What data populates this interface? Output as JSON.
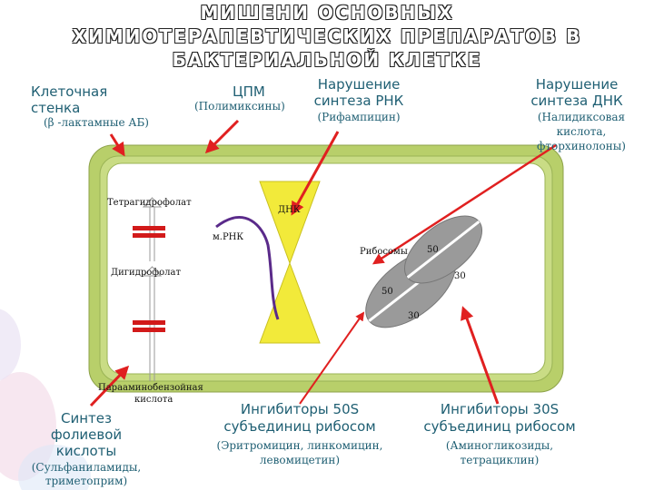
{
  "title": {
    "line1": "МИШЕНИ ОСНОВНЫХ",
    "line2": "ХИМИОТЕРАПЕВТИЧЕСКИХ ПРЕПАРАТОВ В",
    "line3": "БАКТЕРИАЛЬНОЙ КЛЕТКЕ"
  },
  "targets": {
    "cell_wall": {
      "line1": "Клеточная",
      "line2": "стенка",
      "drugs": "(β -лактамные АБ)"
    },
    "cpm": {
      "label": "ЦПМ",
      "drugs": "(Полимиксины)"
    },
    "rna": {
      "line1": "Нарушение",
      "line2": "синтеза РНК",
      "drugs": "(Рифампицин)"
    },
    "dna": {
      "line1": "Нарушение",
      "line2": "синтеза ДНК",
      "drugs1": "(Налидиксовая",
      "drugs2": "кислота,",
      "drugs3": "фторхинолоны)"
    },
    "folate": {
      "line1": "Синтез",
      "line2": "фолиевой",
      "line3": "кислоты",
      "drugs1": "(Сульфаниламиды,",
      "drugs2": "триметоприм)"
    },
    "s50": {
      "line1": "Ингибиторы 50S",
      "line2": "субъединиц рибосом",
      "drugs1": "(Эритромицин, линкомицин,",
      "drugs2": "левомицетин)"
    },
    "s30": {
      "line1": "Ингибиторы 30S",
      "line2": "субъединиц рибосом",
      "drugs1": "(Аминогликозиды,",
      "drugs2": "тетрациклин)"
    }
  },
  "cell": {
    "thf": "Тетрагидрофолат",
    "dhf": "Дигидрофолат",
    "paba1": "Парааминобензойная",
    "paba2": "кислота",
    "dna": "ДНК",
    "mrna": "м.РНК",
    "ribosomes": "Рибосомы",
    "r1_top": "50",
    "r1_bottom": "30",
    "r2_top": "50",
    "r2_bottom": "30"
  },
  "colors": {
    "cell_outer": "#b8cf6a",
    "cell_inner": "#ffffff",
    "arrow": "#e02020",
    "dna_shape": "#f2ea3a",
    "mrna": "#5a2a8a",
    "ribosome": "#9a9a9a",
    "label": "#1f5f73"
  }
}
